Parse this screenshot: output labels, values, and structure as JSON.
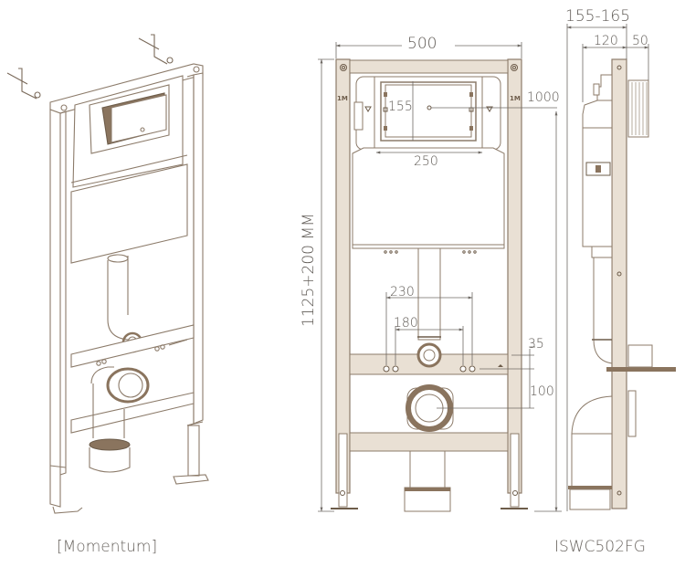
{
  "colors": {
    "frame_fill": "#e9e0d4",
    "frame_stroke": "#8c7b6a",
    "accent_brown": "#8a745e",
    "dim_line": "#6f6a65",
    "text": "#5f5a55",
    "background": "#ffffff"
  },
  "views": {
    "isometric": {
      "name": "isometric-view"
    },
    "front": {
      "name": "front-view",
      "dimensions": {
        "width": "500",
        "height": "1125+200 MM",
        "button_height": "155",
        "button_width": "250",
        "button_center_height": "1000",
        "stud_spacing_outer": "230",
        "stud_spacing_inner": "180",
        "stud_offset": "35",
        "outlet_offset": "100",
        "level_mark_left": "1M",
        "level_mark_right": "1M"
      }
    },
    "side": {
      "name": "side-view",
      "dimensions": {
        "depth_range": "155-165",
        "depth_frame": "120",
        "depth_plate": "50"
      }
    }
  },
  "captions": {
    "brand": "[Momentum]",
    "model": "ISWC502FG"
  }
}
